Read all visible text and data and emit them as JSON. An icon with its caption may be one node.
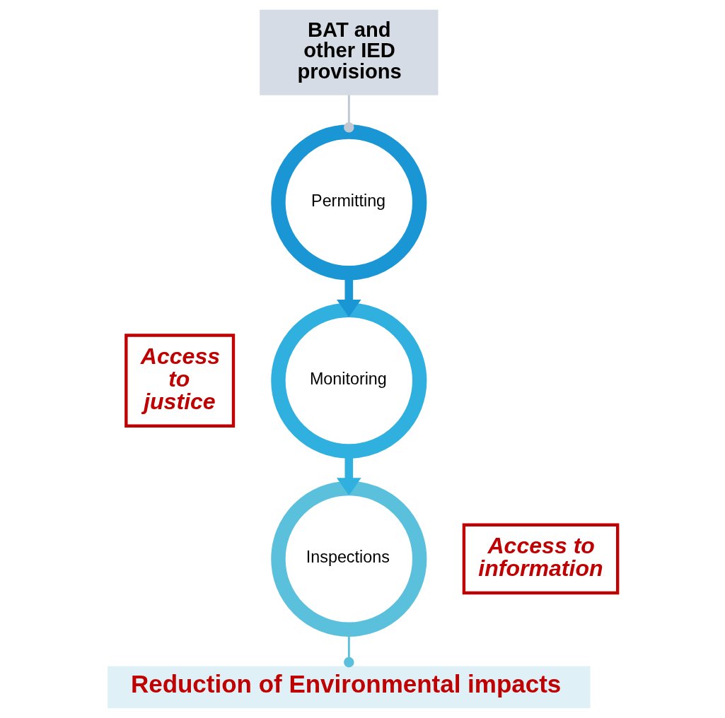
{
  "diagram": {
    "nodes": [
      {
        "text": [
          "BAT and other IED provisions"
        ]
      },
      {
        "text": [
          "Permitting"
        ]
      },
      {
        "text": [
          "Monitoring"
        ]
      },
      {
        "text": [
          "Inspections"
        ]
      },
      {
        "text": [
          "Access to justice"
        ]
      },
      {
        "text": [
          "Access to information"
        ]
      },
      {
        "text": [
          "Reduction of Environmental impacts"
        ]
      }
    ],
    "edges": [
      {
        "from": 0,
        "to": 1,
        "arrow": "other",
        "color": "#c0c8d4"
      },
      {
        "from": 1,
        "to": 2,
        "arrow": "to",
        "style": "thick",
        "color": "#1a96d4"
      },
      {
        "from": 2,
        "to": 3,
        "arrow": "to",
        "style": "thick",
        "color": "#2fb0df"
      },
      {
        "from": 3,
        "to": 6,
        "arrow": "other",
        "color": "#5bc0dc"
      }
    ]
  }
}
